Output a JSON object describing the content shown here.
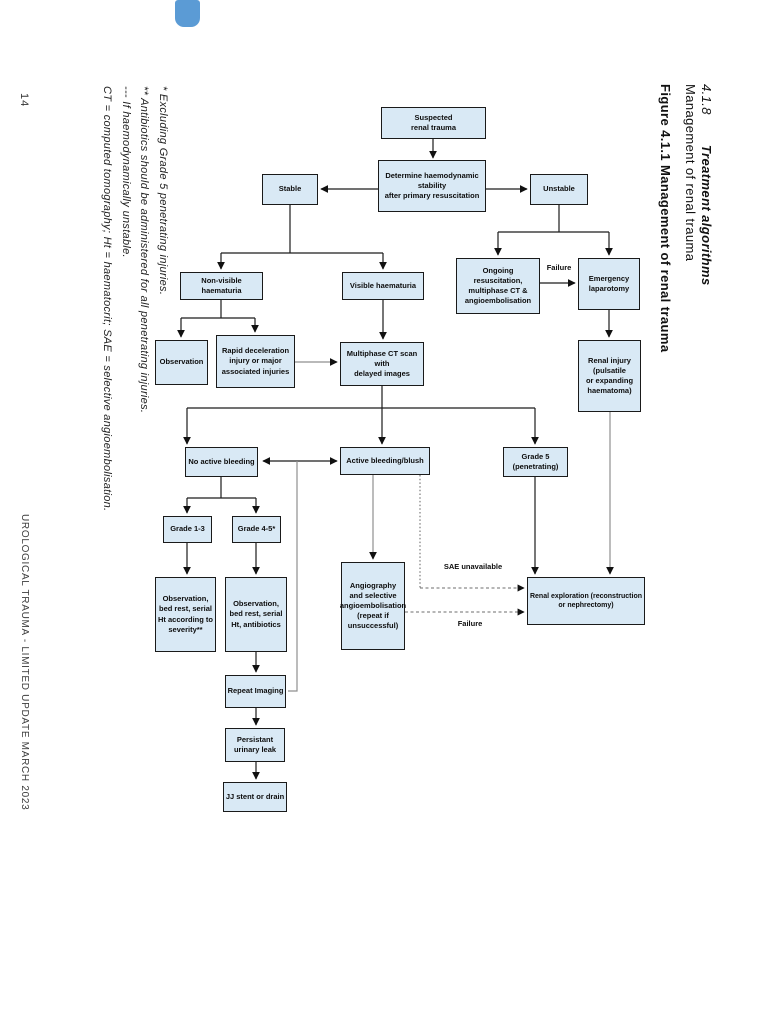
{
  "page": {
    "page_number": "14",
    "side_footer": "UROLOGICAL TRAUMA - LIMITED UPDATE MARCH 2023",
    "header": {
      "section_number": "4.1.8",
      "section_title": "Treatment algorithms",
      "section_subtitle": "Management of renal trauma",
      "figure_caption": "Figure 4.1.1 Management of renal trauma"
    },
    "footnotes": {
      "line1": "* Excluding Grade 5 penetrating injuries.",
      "line2": "** Antibiotics should be administered for all penetrating injuries.",
      "line3": "--- If haemodynamically unstable.",
      "line4": "CT = computed tomography; Ht = haematocrit; SAE = selective angioembolisation."
    },
    "colors": {
      "node_fill": "#d9e9f5",
      "accent_tab": "#5b9bd5",
      "line": "#1a1a1a"
    }
  },
  "flowchart": {
    "type": "flowchart",
    "title": "Figure 4.1.1 Management of renal trauma",
    "nodes": {
      "suspected": "Suspected\nrenal trauma",
      "determine": "Determine haemodynamic\nstability\nafter primary resuscitation",
      "stable": "Stable",
      "unstable": "Unstable",
      "nonvisible": "Non-visible haematuria",
      "visible": "Visible haematuria",
      "ongoing": "Ongoing resuscitation,\nmultiphase CT &\nangioembolisation",
      "laparotomy": "Emergency\nlaparotomy",
      "observation": "Observation",
      "rapid": "Rapid deceleration\ninjury or major\nassociated injuries",
      "ctscan": "Multiphase CT scan with\ndelayed images",
      "renalinjury": "Renal injury\n(pulsatile\nor expanding\nhaematoma)",
      "noactive": "No active bleeding",
      "activebleed": "Active bleeding/blush",
      "grade5": "Grade 5\n(penetrating)",
      "grade13": "Grade 1-3",
      "grade45": "Grade 4-5*",
      "obs13": "Observation,\nbed rest, serial\nHt according to\nseverity**",
      "obs45": "Observation,\nbed rest, serial\nHt, antibiotics",
      "angio": "Angiography\nand selective\nangioembolisation\n(repeat if\nunsuccessful)",
      "renalexpl": "Renal exploration (reconstruction or nephrectomy)",
      "repeat": "Repeat Imaging",
      "leak": "Persistant\nurinary leak",
      "jj": "JJ stent or drain"
    },
    "edge_labels": {
      "failure_top": "Failure",
      "sae_unavailable": "SAE unavailable",
      "failure_bottom": "Failure"
    },
    "edges": [
      "suspected -> determine",
      "determine -> stable",
      "determine -> unstable",
      "stable -> nonvisible",
      "stable -> visible",
      "unstable -> ongoing",
      "unstable -> laparotomy",
      "nonvisible -> observation",
      "nonvisible -> rapid",
      "visible -> ctscan",
      "rapid -> ctscan",
      "ongoing -> laparotomy (Failure)",
      "laparotomy -> renalinjury",
      "ctscan -> noactive",
      "ctscan -> activebleed",
      "ctscan -> grade5",
      "noactive <-> activebleed",
      "repeat -> noactive/activebleed (feedback)",
      "noactive -> grade13",
      "noactive -> grade45",
      "grade13 -> obs13",
      "grade45 -> obs45",
      "obs45 -> repeat",
      "activebleed -> angio",
      "activebleed -> renalexpl (SAE unavailable, dashed)",
      "angio -> renalexpl (Failure, dashed)",
      "grade5 -> renalexpl",
      "renalinjury -> renalexpl",
      "repeat -> leak",
      "leak -> jj"
    ]
  }
}
